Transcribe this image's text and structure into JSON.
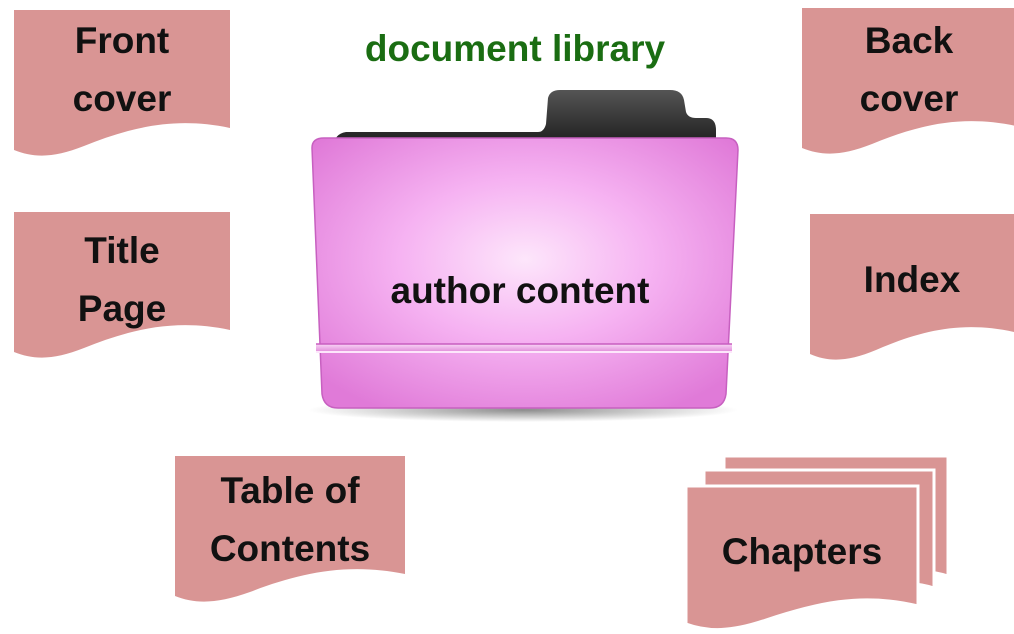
{
  "title": "document library",
  "folder": {
    "label": "author content",
    "color": "#f2a6f0"
  },
  "shape_color": "#d99594",
  "title_color": "#1a6d12",
  "documents": {
    "front_cover": "Front\ncover",
    "title_page": "Title\nPage",
    "table_of_contents": "Table of\nContents",
    "back_cover": "Back\ncover",
    "index": "Index",
    "chapters": "Chapters"
  }
}
